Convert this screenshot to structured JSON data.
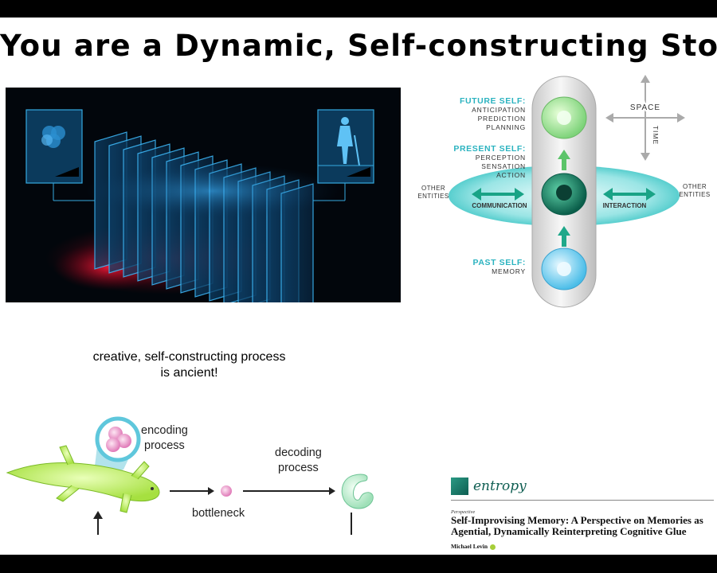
{
  "slide": {
    "title": "You are a Dynamic, Self-constructing Story",
    "caption_line1": "creative, self-constructing process",
    "caption_line2": "is ancient!"
  },
  "self_diagram": {
    "future_self": {
      "heading": "FUTURE SELF:",
      "items": [
        "ANTICIPATION",
        "PREDICTION",
        "PLANNING"
      ]
    },
    "present_self": {
      "heading": "PRESENT SELF:",
      "items": [
        "PERCEPTION",
        "SENSATION",
        "ACTION"
      ]
    },
    "past_self": {
      "heading": "PAST SELF:",
      "items": [
        "MEMORY"
      ]
    },
    "left_entities": [
      "OTHER",
      "ENTITIES"
    ],
    "right_entities": [
      "OTHER",
      "ENTITIES"
    ],
    "communication": "COMMUNICATION",
    "interaction": "INTERACTION",
    "space": "SPACE",
    "time": "TIME",
    "colors": {
      "future": "#7ed37a",
      "present": "#0d8a6e",
      "past": "#4bbde8",
      "heading": "#2bb3c0",
      "ring": "#46c9c9"
    }
  },
  "lizard_diagram": {
    "encoding": [
      "encoding",
      "process"
    ],
    "decoding": [
      "decoding",
      "process"
    ],
    "bottleneck": "bottleneck"
  },
  "paper": {
    "journal": "entropy",
    "section": "Perspective",
    "title": "Self-Improvising Memory: A Perspective on Memories as Agential, Dynamically Reinterpreting Cognitive Glue",
    "author": "Michael Levin",
    "brand_color": "#0f5e52"
  }
}
